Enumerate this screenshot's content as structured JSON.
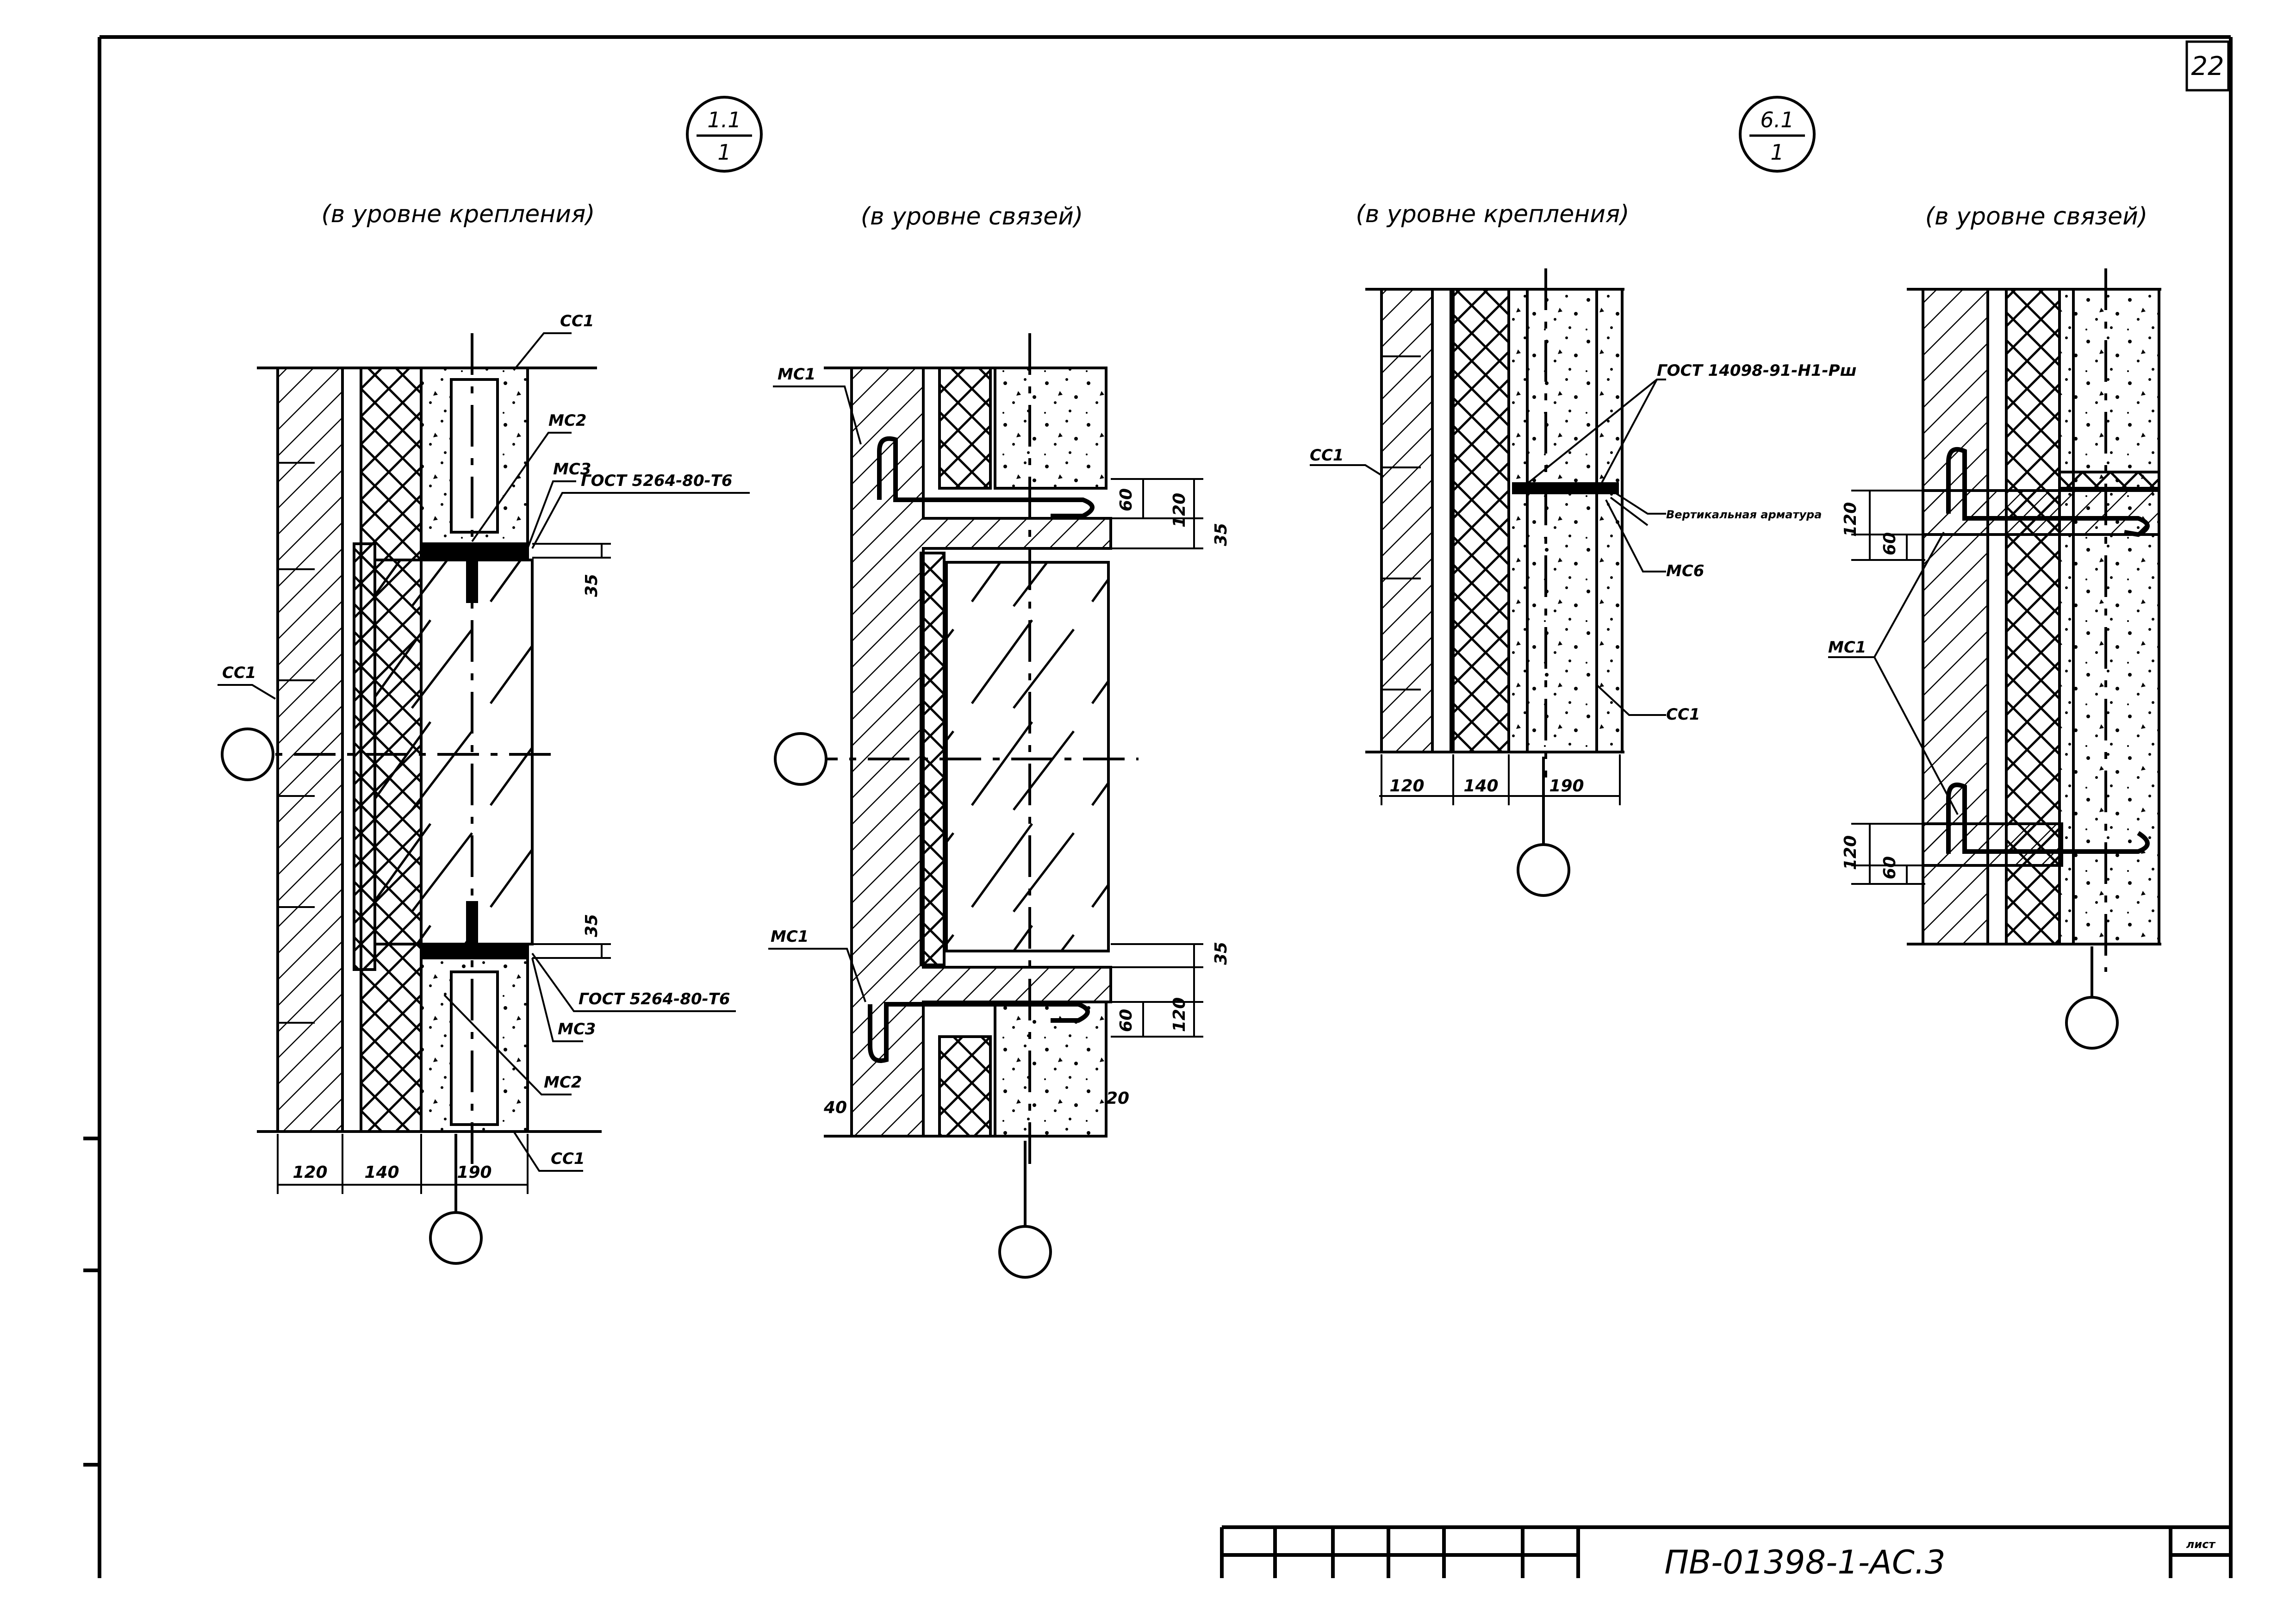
{
  "sheet": {
    "page_number": "22",
    "document_code": "ПВ-01398-1-АС.3",
    "stamp_label": "лист"
  },
  "views": {
    "mark_1": {
      "num": "1.1",
      "den": "1"
    },
    "mark_2": {
      "num": "6.1",
      "den": "1"
    },
    "v1": {
      "caption": "(в уровне крепления)",
      "labels": {
        "cc1_top": "СС1",
        "mc2_top": "МС2",
        "mc3_top": "МС3",
        "gost_top": "ГОСТ 5264-80-Т6",
        "cc1_left": "СС1",
        "gost_bottom": "ГОСТ 5264-80-Т6",
        "mc3_bottom": "МС3",
        "mc2_bottom": "МС2",
        "cc1_bottom": "СС1"
      },
      "dims": {
        "d35a": "35",
        "d35b": "35",
        "w120": "120",
        "w140": "140",
        "w190": "190"
      }
    },
    "v2": {
      "caption": "(в уровне связей)",
      "labels": {
        "mc1_top": "МС1",
        "mc1_bottom": "МС1"
      },
      "dims": {
        "d60a": "60",
        "d120a": "120",
        "d35a": "35",
        "d35b": "35",
        "d60b": "60",
        "d120b": "120",
        "d40": "40",
        "d20": "20"
      }
    },
    "v3": {
      "caption": "(в уровне крепления)",
      "labels": {
        "gost": "ГОСТ 14098-91-Н1-Рш",
        "cc1_left": "СС1",
        "vert_reinf": "Вертикальная арматура",
        "mc6": "МС6",
        "cc1_right": "СС1"
      },
      "dims": {
        "w120": "120",
        "w140": "140",
        "w190": "190"
      }
    },
    "v4": {
      "caption": "(в уровне связей)",
      "labels": {
        "mc1": "МС1"
      },
      "dims": {
        "d120a": "120",
        "d60a": "60",
        "d120b": "120",
        "d60b": "60"
      }
    }
  }
}
